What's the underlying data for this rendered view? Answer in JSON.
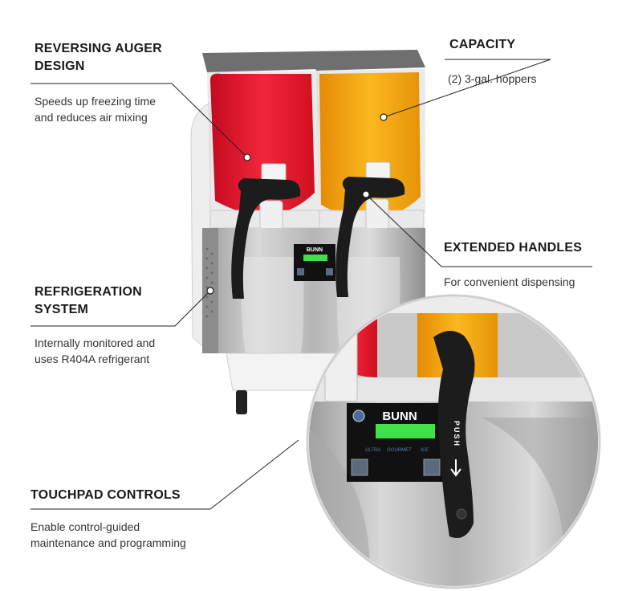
{
  "features": [
    {
      "title_line1": "REVERSING AUGER",
      "title_line2": "DESIGN",
      "desc_line1": "Speeds up freezing time",
      "desc_line2": "and reduces air mixing"
    },
    {
      "title_line1": "CAPACITY",
      "desc_line1": "(2) 3-gal. hoppers"
    },
    {
      "title_line1": "EXTENDED HANDLES",
      "desc_line1": "For convenient dispensing"
    },
    {
      "title_line1": "REFRIGERATION",
      "title_line2": "SYSTEM",
      "desc_line1": "Internally monitored and",
      "desc_line2": "uses R404A refrigerant"
    },
    {
      "title_line1": "TOUCHPAD CONTROLS",
      "desc_line1": "Enable control-guided",
      "desc_line2": "maintenance and programming"
    }
  ],
  "machine": {
    "brand": "BUNN",
    "handle_label": "PUSH",
    "panel_labels": [
      "ULTRA",
      "GOURMET",
      "ICE"
    ],
    "colors": {
      "red_hopper": "#e8122a",
      "orange_hopper": "#f5a512",
      "handle": "#1c1c1c",
      "lcd": "#3fe04a"
    }
  }
}
